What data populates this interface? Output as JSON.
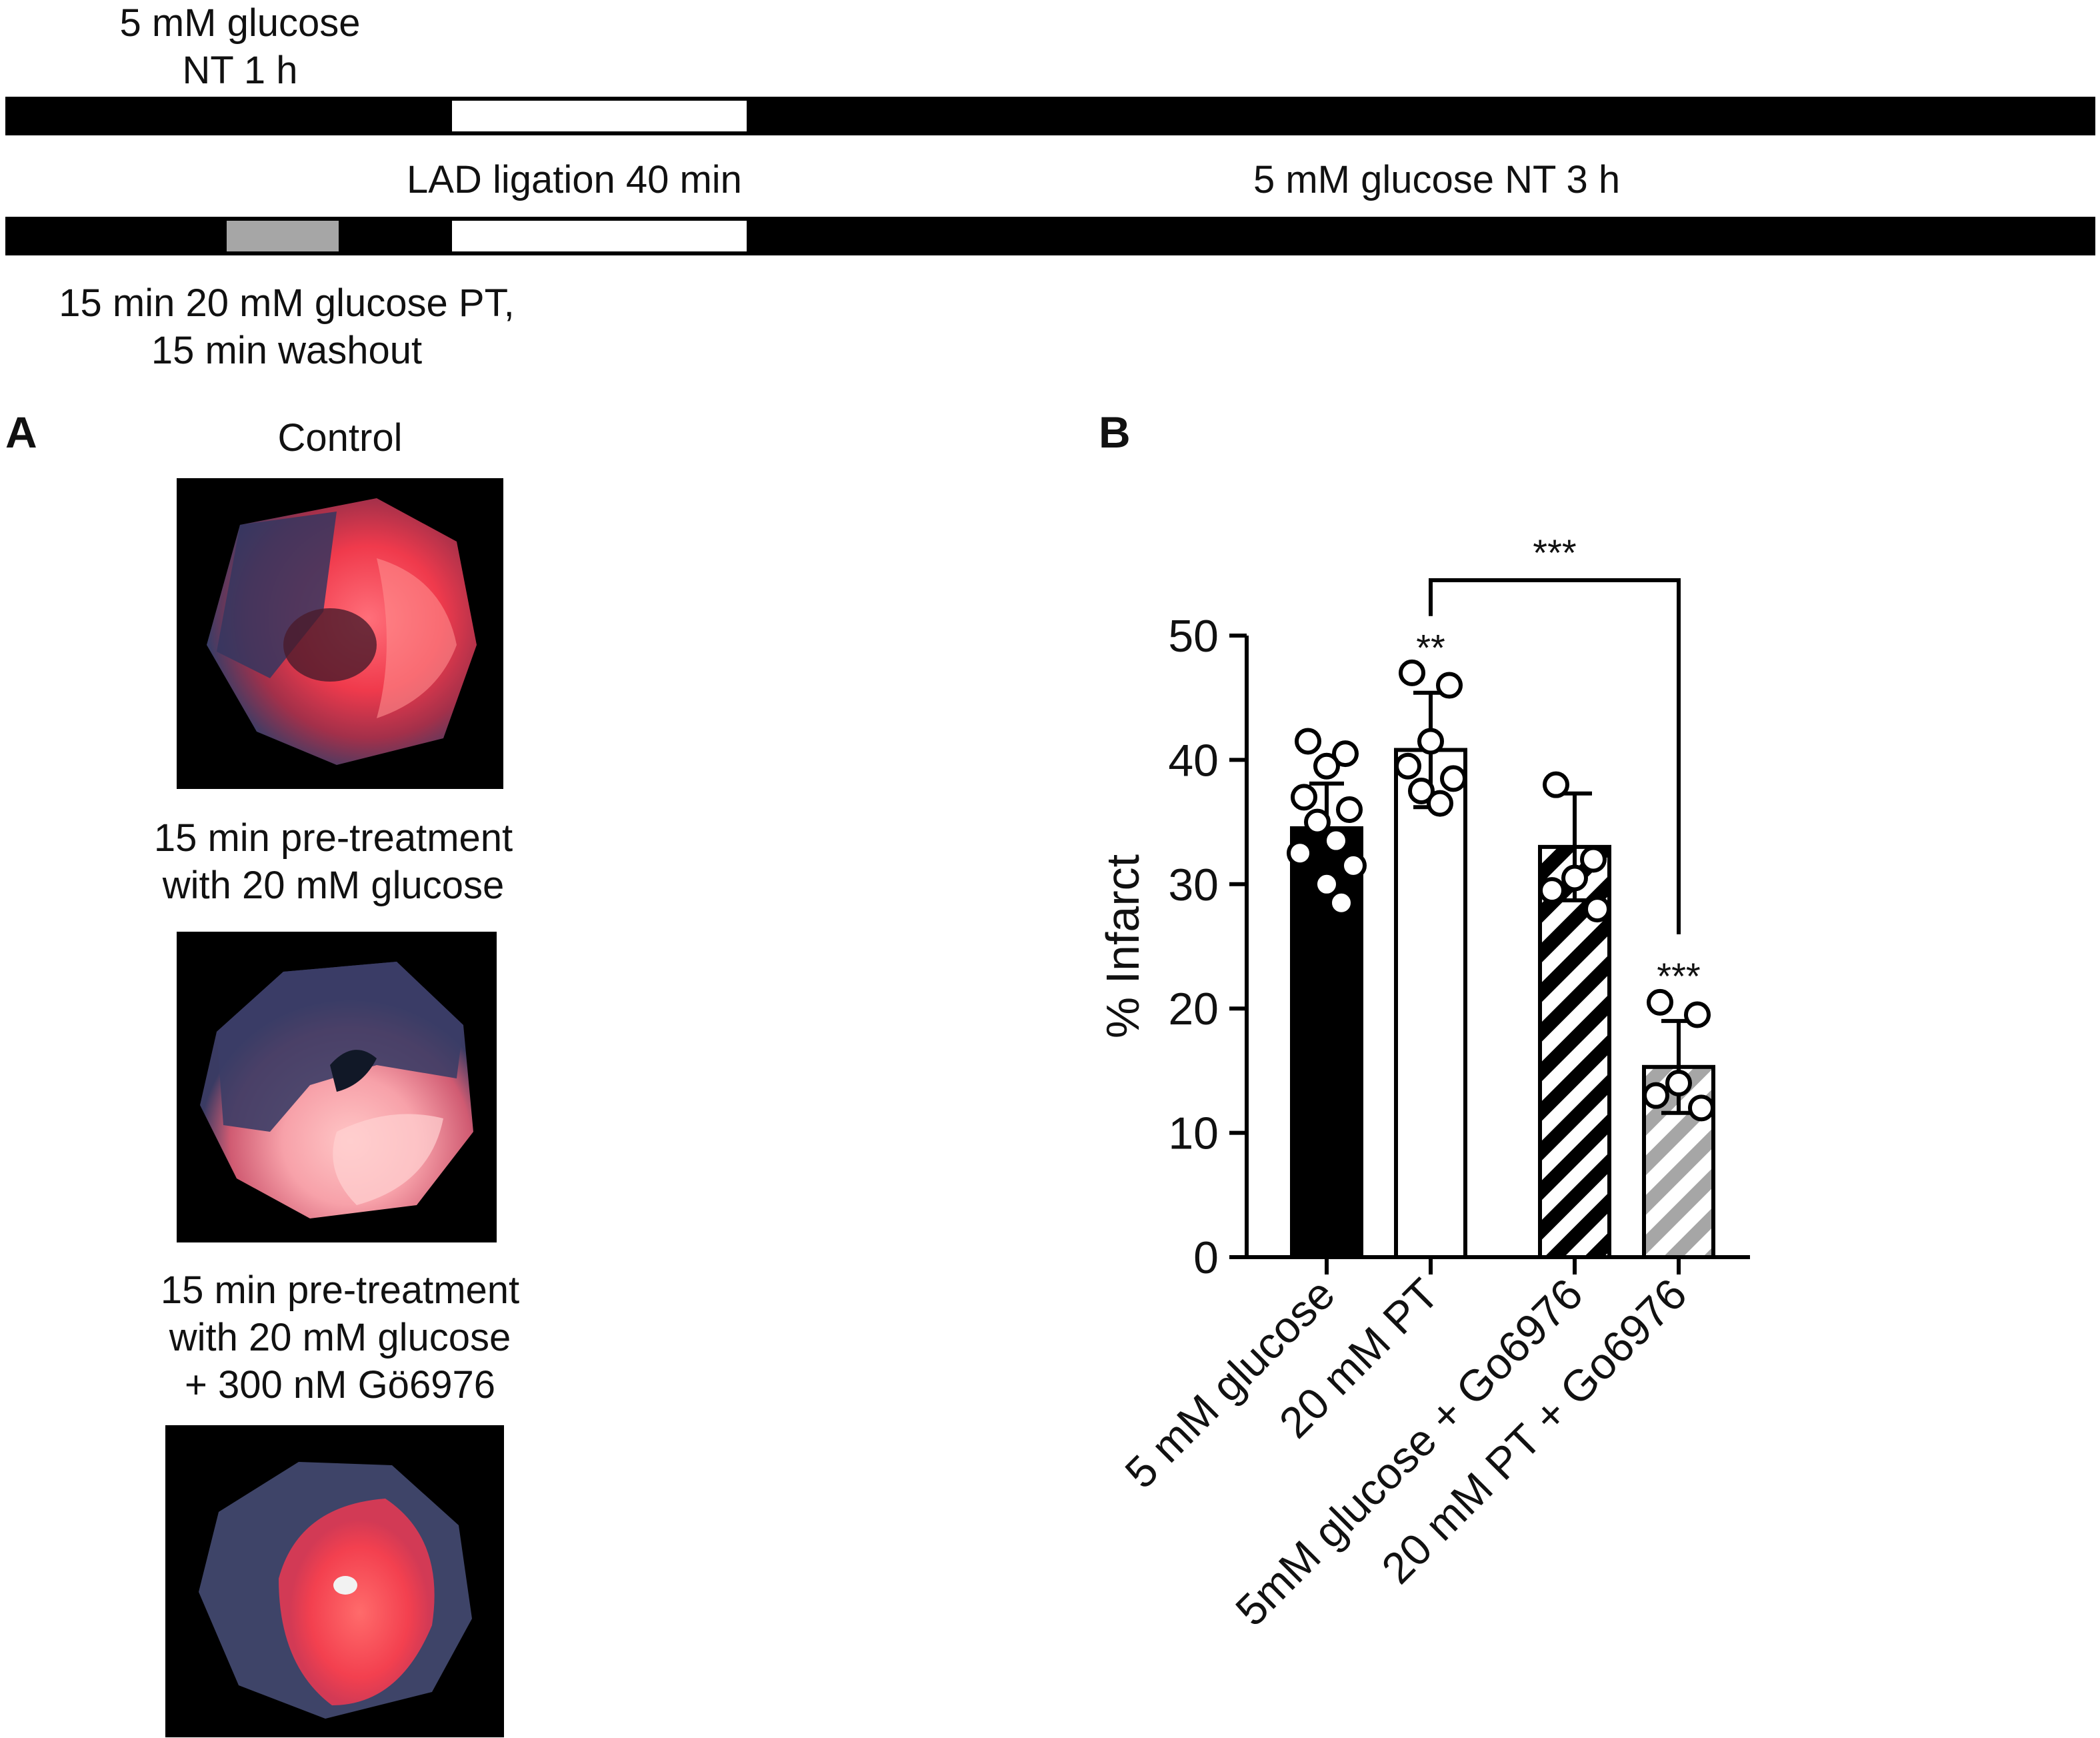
{
  "protocol": {
    "top_label_line1": "5 mM glucose",
    "top_label_line2": "NT 1 h",
    "middle_label_lad": "LAD ligation 40 min",
    "middle_label_nt": "5 mM glucose NT 3 h",
    "bottom_label_line1": "15 min 20 mM glucose PT,",
    "bottom_label_line2": "15 min washout",
    "colors": {
      "bar": "#000000",
      "ischemia": "#ffffff",
      "pretreatment": "#a6a6a6"
    }
  },
  "panel_a": {
    "letter": "A",
    "caption_control": "Control",
    "caption_pt_line1": "15 min pre-treatment",
    "caption_pt_line2": "with 20 mM glucose",
    "caption_go_line1": "15 min pre-treatment",
    "caption_go_line2": "with 20 mM glucose",
    "caption_go_line3": "+ 300 nM Gö6976"
  },
  "panel_b": {
    "letter": "B"
  },
  "chart_data": {
    "type": "bar",
    "title": "",
    "xlabel": "",
    "ylabel": "% Infarct",
    "ylim": [
      0,
      50
    ],
    "yticks": [
      0,
      10,
      20,
      30,
      40,
      50
    ],
    "categories": [
      "5 mM glucose",
      "20 mM PT",
      "5mM glucose + Go6976",
      "20 mM PT + Go6976"
    ],
    "values": [
      34.5,
      40.8,
      33.0,
      15.3
    ],
    "errors": [
      3.6,
      4.6,
      4.3,
      3.7
    ],
    "fills": [
      "solid-black",
      "white",
      "black-white-hatched",
      "grey-hatched"
    ],
    "points": [
      [
        41.5,
        40.5,
        39.5,
        37.0,
        36.0,
        35.0,
        33.5,
        32.5,
        31.5,
        30.0,
        28.5
      ],
      [
        47.0,
        46.0,
        41.5,
        39.5,
        38.5,
        37.5,
        36.5
      ],
      [
        38.0,
        32.0,
        30.5,
        29.5,
        28.0
      ],
      [
        20.5,
        19.5,
        14.0,
        13.0,
        12.0
      ]
    ],
    "significance": [
      {
        "category": "20 mM PT",
        "label": "**"
      },
      {
        "category": "20 mM PT + Go6976",
        "label": "***"
      }
    ],
    "bracket": {
      "from": "20 mM PT",
      "to": "20 mM PT + Go6976",
      "label": "***"
    },
    "grid": false,
    "legend": "none"
  }
}
